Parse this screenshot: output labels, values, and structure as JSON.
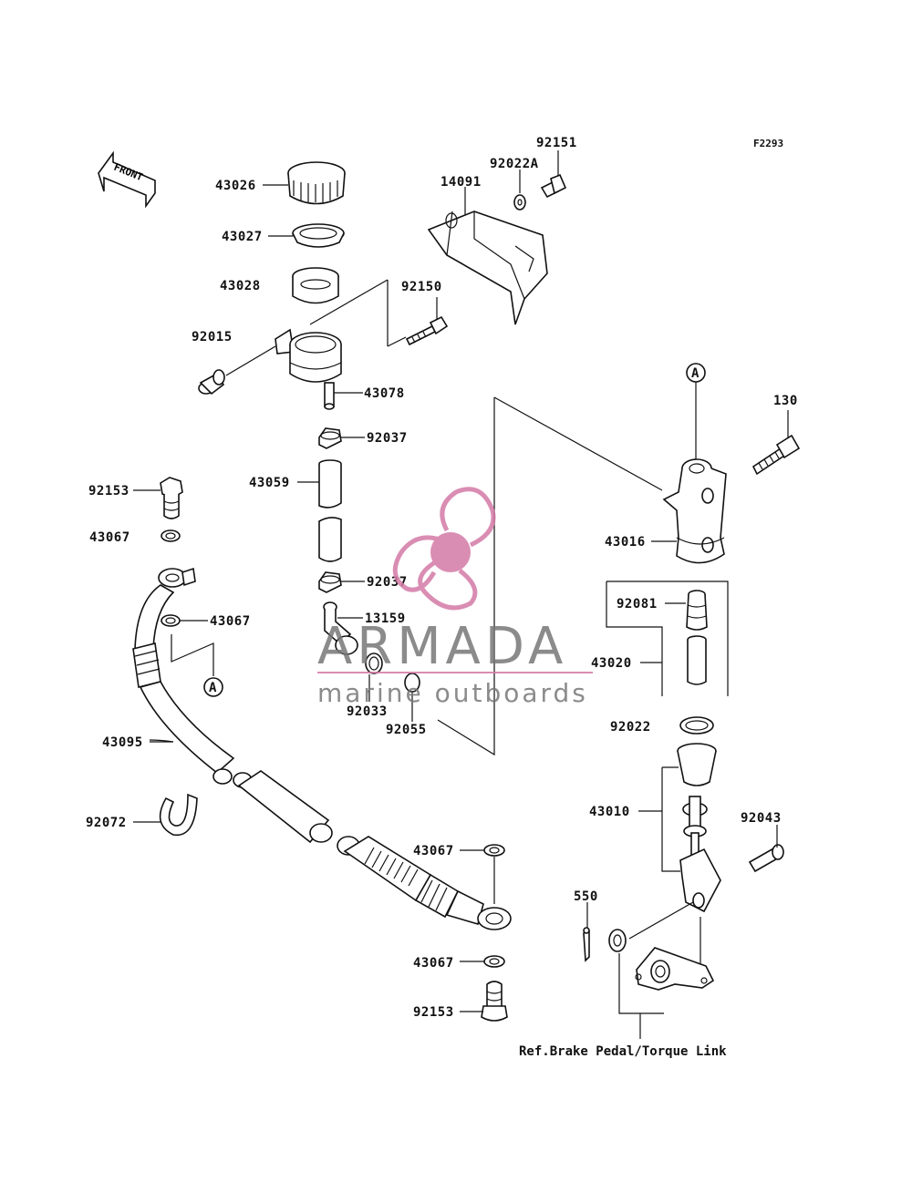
{
  "figure_code": "F2293",
  "front_label": "FRONT",
  "callout_marker": "A",
  "reference_note": "Ref.Brake Pedal/Torque Link",
  "watermark": {
    "brand": "ARMADA",
    "tagline": "marine outboards",
    "color": "#d47aa6",
    "text_color": "#777777"
  },
  "parts": {
    "p43026": "43026",
    "p43027": "43027",
    "p43028": "43028",
    "p92015": "92015",
    "p43078": "43078",
    "p92150": "92150",
    "p14091": "14091",
    "p92022A": "92022A",
    "p92151": "92151",
    "p92037a": "92037",
    "p43059": "43059",
    "p92037b": "92037",
    "p13159": "13159",
    "p92033": "92033",
    "p92055": "92055",
    "p92153a": "92153",
    "p43067a": "43067",
    "p43067b": "43067",
    "p43095": "43095",
    "p92072": "92072",
    "p43067c": "43067",
    "p43067d": "43067",
    "p92153b": "92153",
    "p130": "130",
    "p43016": "43016",
    "p92081": "92081",
    "p43020": "43020",
    "p92022": "92022",
    "p43010": "43010",
    "p92043": "92043",
    "p550": "550"
  }
}
